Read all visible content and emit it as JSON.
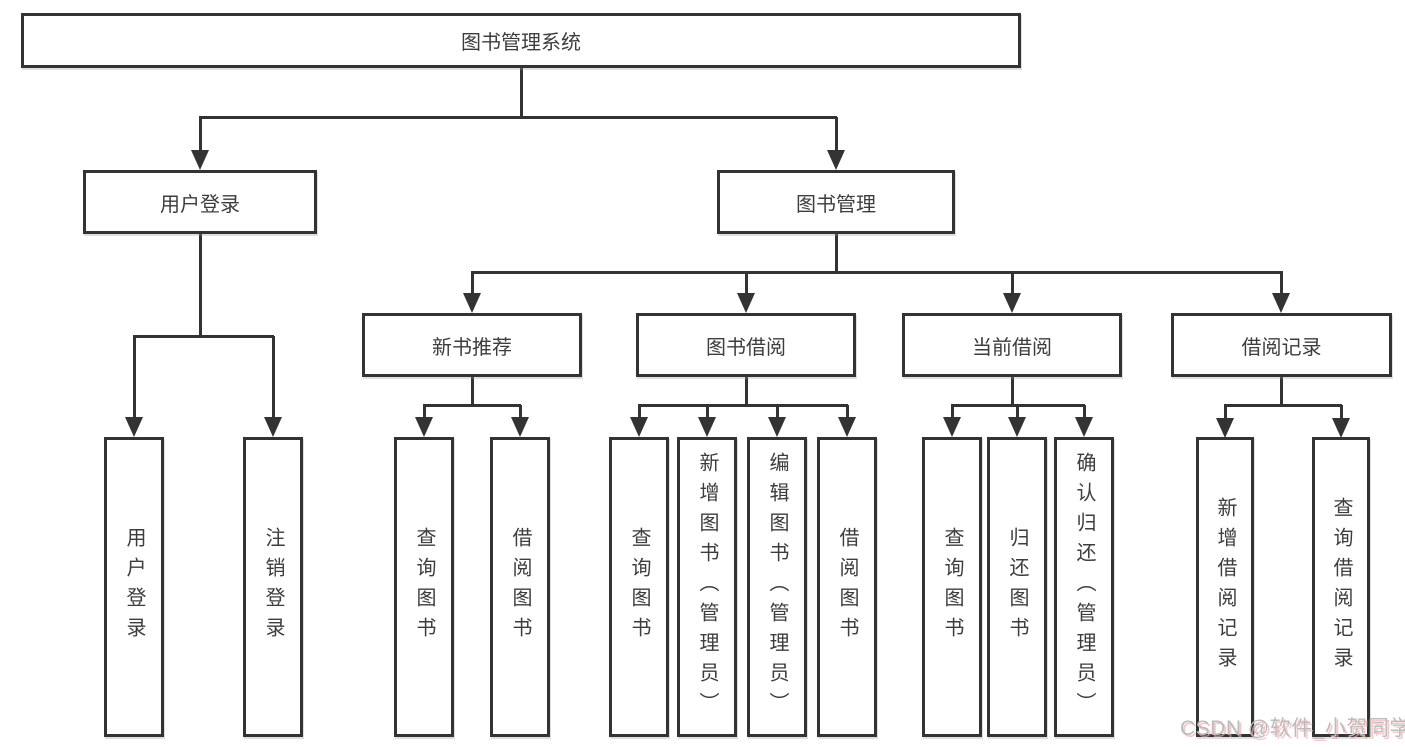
{
  "tree": {
    "root": {
      "label": "图书管理系统"
    },
    "branches": [
      {
        "label": "用户登录",
        "leaves": [
          {
            "label": "用户登录"
          },
          {
            "label": "注销登录"
          }
        ]
      },
      {
        "label": "图书管理",
        "groups": [
          {
            "label": "新书推荐",
            "leaves": [
              {
                "label": "查询图书"
              },
              {
                "label": "借阅图书"
              }
            ]
          },
          {
            "label": "图书借阅",
            "leaves": [
              {
                "label": "查询图书"
              },
              {
                "label": "新增图书（管理员）"
              },
              {
                "label": "编辑图书（管理员）"
              },
              {
                "label": "借阅图书"
              }
            ]
          },
          {
            "label": "当前借阅",
            "leaves": [
              {
                "label": "查询图书"
              },
              {
                "label": "归还图书"
              },
              {
                "label": "确认归还（管理员）"
              }
            ]
          },
          {
            "label": "借阅记录",
            "leaves": [
              {
                "label": "新增借阅记录"
              },
              {
                "label": "查询借阅记录"
              }
            ]
          }
        ]
      }
    ]
  },
  "watermark": {
    "text": "CSDN @软件_小贺同学"
  },
  "colors": {
    "line": "#333333",
    "text": "#3d3d3d",
    "box_background": "#ffffff",
    "watermark_text": "#bcbcbc"
  }
}
